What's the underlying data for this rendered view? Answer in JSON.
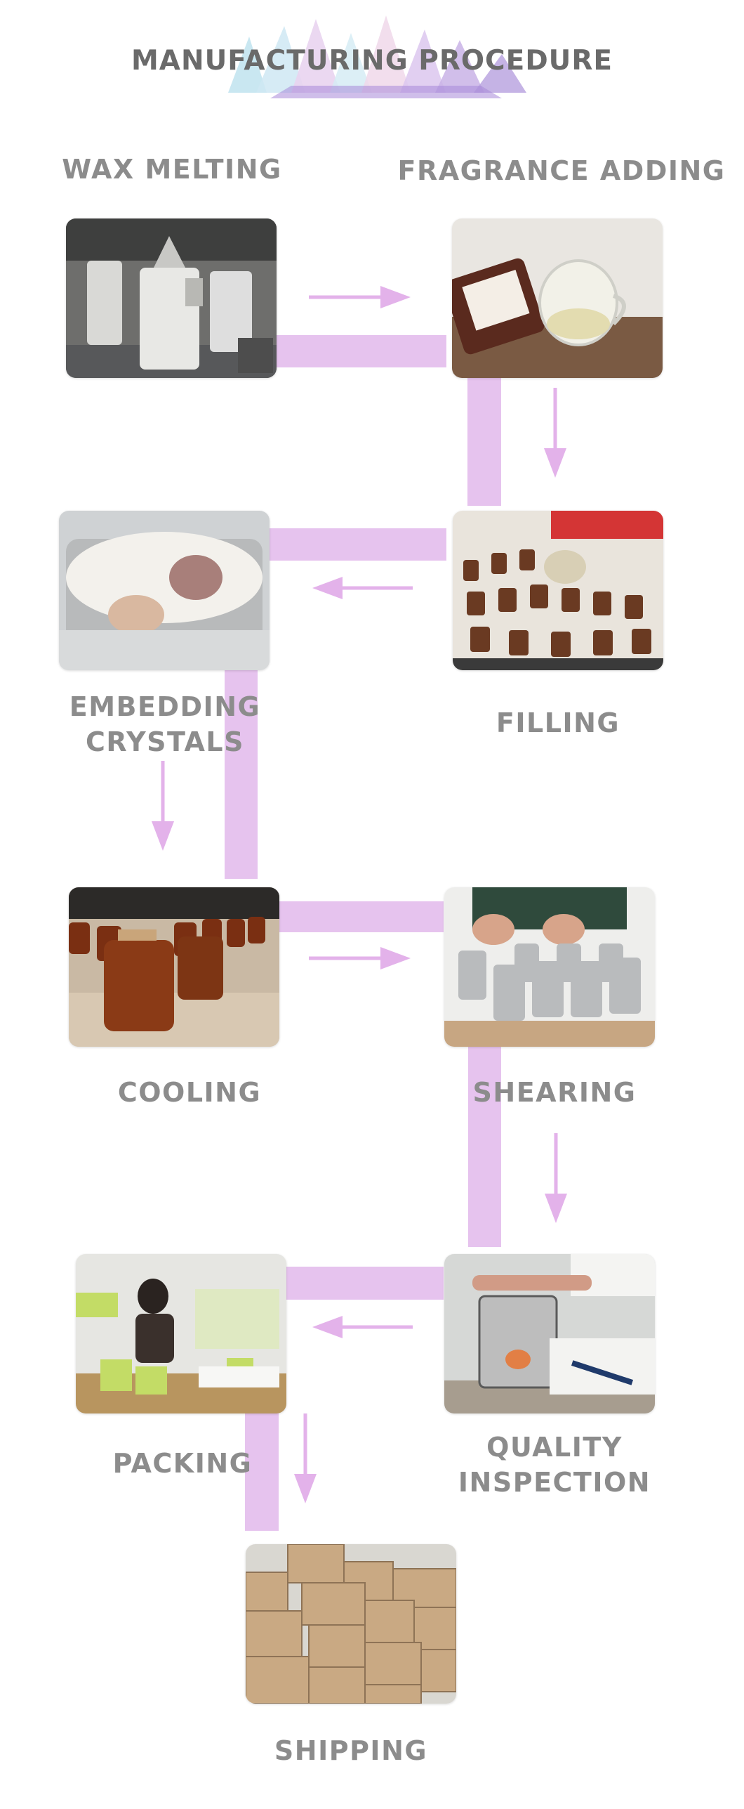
{
  "title": "MANUFACTURING PROCEDURE",
  "colors": {
    "connector": "#e6c3ee",
    "arrow": "#e3b2ea",
    "label": "#8c8c8c",
    "title": "#6a6a6a"
  },
  "steps": [
    {
      "label": "WAX MELTING",
      "image": "wax-melting-tanks-photo"
    },
    {
      "label": "FRAGRANCE ADDING",
      "image": "fragrance-bottle-pouring-photo"
    },
    {
      "label": "FILLING",
      "image": "candle-jar-filling-photo"
    },
    {
      "label": "EMBEDDING\nCRYSTALS",
      "image": "crystal-candle-closeup-photo"
    },
    {
      "label": "COOLING",
      "image": "amber-jars-cooling-photo"
    },
    {
      "label": "SHEARING",
      "image": "wick-trimming-tins-photo"
    },
    {
      "label": "QUALITY\nINSPECTION",
      "image": "quality-inspection-cage-photo"
    },
    {
      "label": "PACKING",
      "image": "packing-worker-photo"
    },
    {
      "label": "SHIPPING",
      "image": "shipping-boxes-stack-photo"
    }
  ]
}
